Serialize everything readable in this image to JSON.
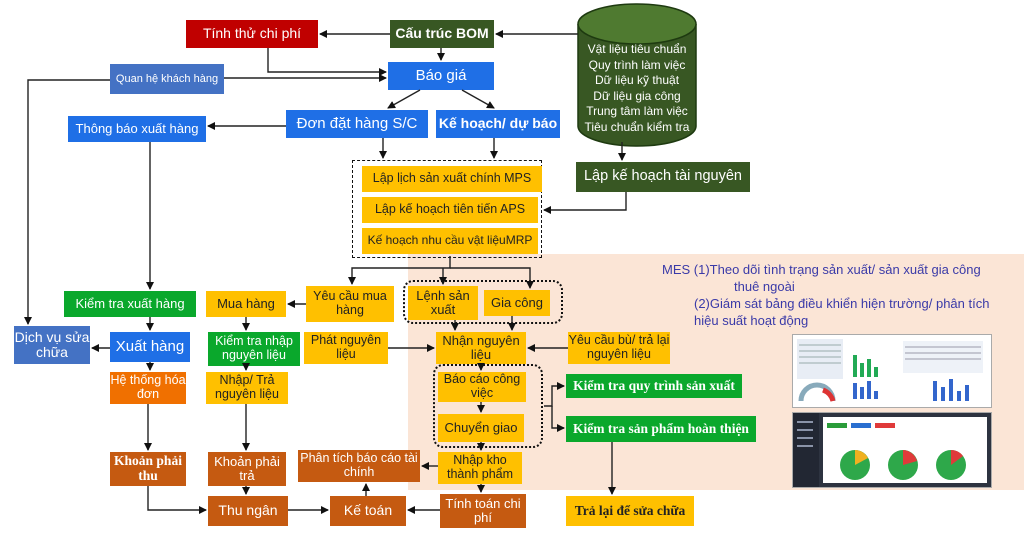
{
  "cylinder": {
    "lines": [
      "Vật liệu tiêu chuẩn",
      "Quy trình làm việc",
      "Dữ liệu kỹ thuật",
      "Dữ liệu gia công",
      "Trung tâm làm việc",
      "Tiêu chuẩn kiểm tra"
    ]
  },
  "nodes": {
    "cost_calc": "Tính thử chi phí",
    "bom": "Cấu trúc BOM",
    "customer": "Quan hệ khách hàng",
    "quote": "Báo giá",
    "ship_notice": "Thông báo xuất hàng",
    "order": "Đơn đặt hàng S/C",
    "plan": "Kế hoạch/ dự báo",
    "mps": "Lập lịch sản xuất chính MPS",
    "aps": "Lập kế hoạch tiên tiến APS",
    "mrp": "Kế hoạch nhu cầu vật liệuMRP",
    "resource_plan": "Lập kế hoạch tài nguyên",
    "ship_check": "Kiểm tra xuất hàng",
    "purchase": "Mua hàng",
    "buy_request": "Yêu cầu mua hàng",
    "work_order": "Lệnh sản xuất",
    "outsource": "Gia công",
    "repair": "Dịch vụ sửa chữa",
    "ship": "Xuất hàng",
    "incoming_check": "Kiểm tra nhập nguyên liệu",
    "issue_material": "Phát nguyên liệu",
    "receive_material": "Nhận nguyên liệu",
    "request_supplement": "Yêu cầu bù/ trả lại nguyên liệu",
    "invoice": "Hệ thống hóa đơn",
    "import_return": "Nhập/ Trả nguyên liệu",
    "work_report": "Báo cáo công việc",
    "handover": "Chuyển giao",
    "process_check": "Kiểm tra quy trình sản xuất",
    "final_check": "Kiểm tra sản phẩm hoàn thiện",
    "receivable": "Khoản phải thu",
    "payable": "Khoản phải trả",
    "fin_analysis": "Phân tích báo cáo tài chính",
    "finished_goods": "Nhập kho thành phẩm",
    "collection": "Thu ngân",
    "accounting": "Kế toán",
    "cost_accounting": "Tính toán chi phí",
    "return_repair": "Trả lại để sửa chữa"
  },
  "mes": {
    "line1": "MES (1)Theo dõi tình trạng sản xuất/ sản xuất gia công",
    "line2": "thuê ngoài",
    "line3": "(2)Giám sát bảng điều khiển hiện trường/ phân tích",
    "line4": "hiệu suất hoạt động"
  },
  "colors": {
    "red": "#c00000",
    "dark_green": "#385723",
    "blue": "#1f6fe6",
    "light_blue": "#4472c4",
    "yellow": "#ffc000",
    "green": "#0aa82c",
    "orange": "#f07000",
    "panel_bg": "#fbe5d6"
  }
}
